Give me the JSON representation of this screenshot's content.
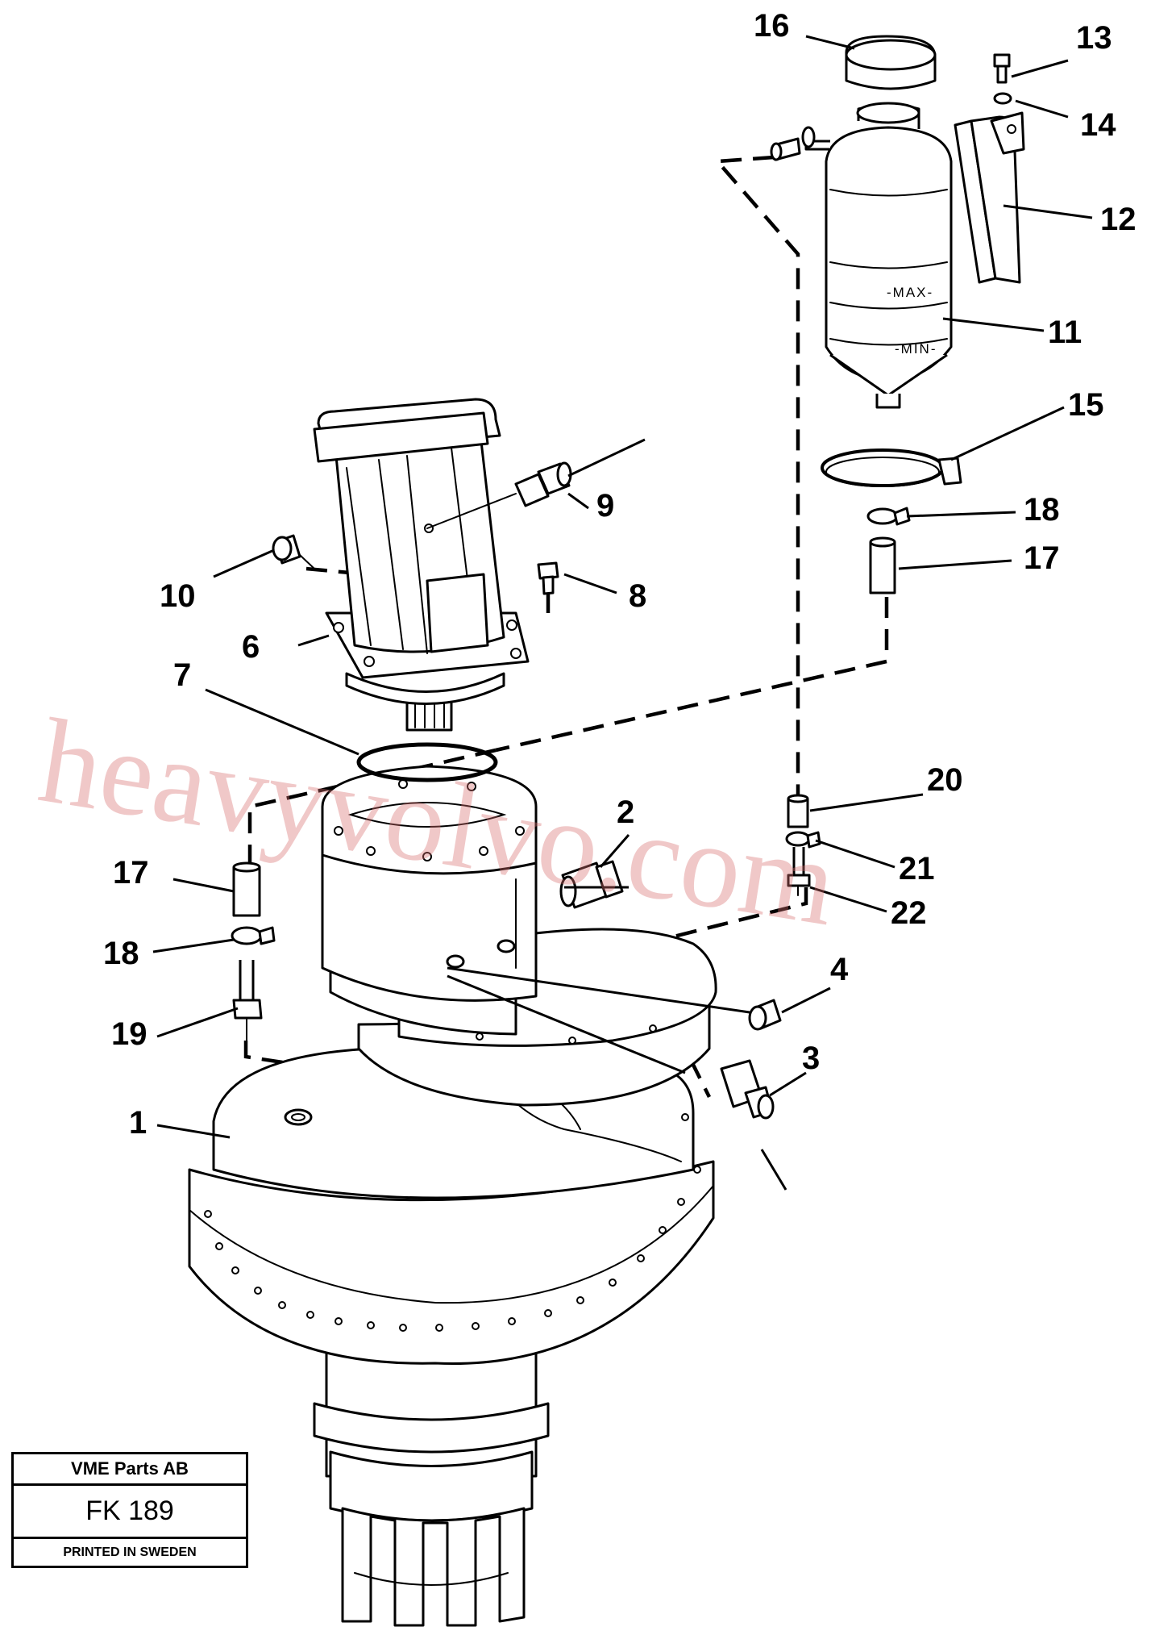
{
  "diagram": {
    "callouts": [
      "16",
      "13",
      "14",
      "12",
      "11",
      "15",
      "18",
      "17",
      "9",
      "10",
      "8",
      "6",
      "7",
      "20",
      "2",
      "21",
      "22",
      "4",
      "3",
      "1",
      "17",
      "18",
      "19"
    ],
    "tank_marks": {
      "max": "-MAX-",
      "min": "-MIN-"
    },
    "watermark": "heavyvolvo.com"
  },
  "stamp": {
    "company": "VME Parts AB",
    "code": "FK 189",
    "printed": "PRINTED IN SWEDEN"
  },
  "colors": {
    "ink": "#000000",
    "watermark": "#d76e6e",
    "paper": "#ffffff"
  }
}
